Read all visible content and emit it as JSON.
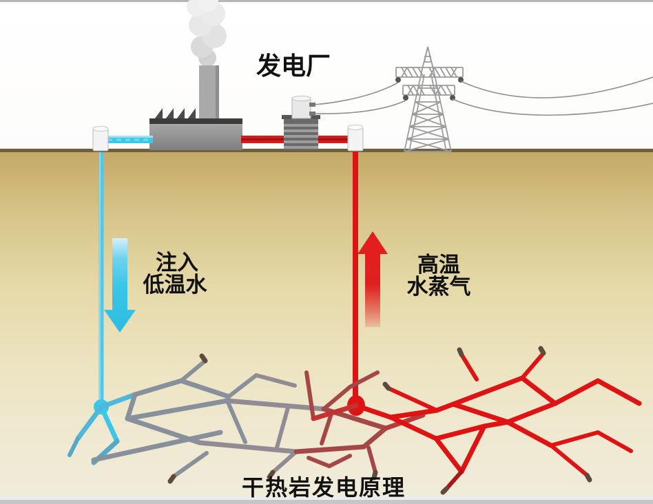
{
  "title": "干热岩发电原理",
  "labels": {
    "plant": "发电厂",
    "inject_l1": "注入",
    "inject_l2": "低温水",
    "steam_l1": "高温",
    "steam_l2": "水蒸气",
    "caption": "干热岩发电原理"
  },
  "icons": {
    "factory": "factory-with-smokestack",
    "generator": "turbine-generator",
    "tower": "transmission-tower",
    "down_arrow": "blue-down-arrow",
    "up_arrow": "red-up-arrow"
  },
  "colors": {
    "cold_water": "#3cc6e8",
    "hot_steam": "#de1414",
    "fracture_slate": "#87909b",
    "fracture_maroon": "#a34747",
    "ground_top": "#c4a765",
    "ground_deep": "#efecda",
    "ground_line": "#6b5f3e",
    "building_gray": "#9a9a9a",
    "building_dark": "#3c3c3c",
    "tower_gray": "#9b9b9b",
    "smoke_gray": "#e0e0e0",
    "label_black": "#111111",
    "edge_strip": "#c6c6ca"
  }
}
